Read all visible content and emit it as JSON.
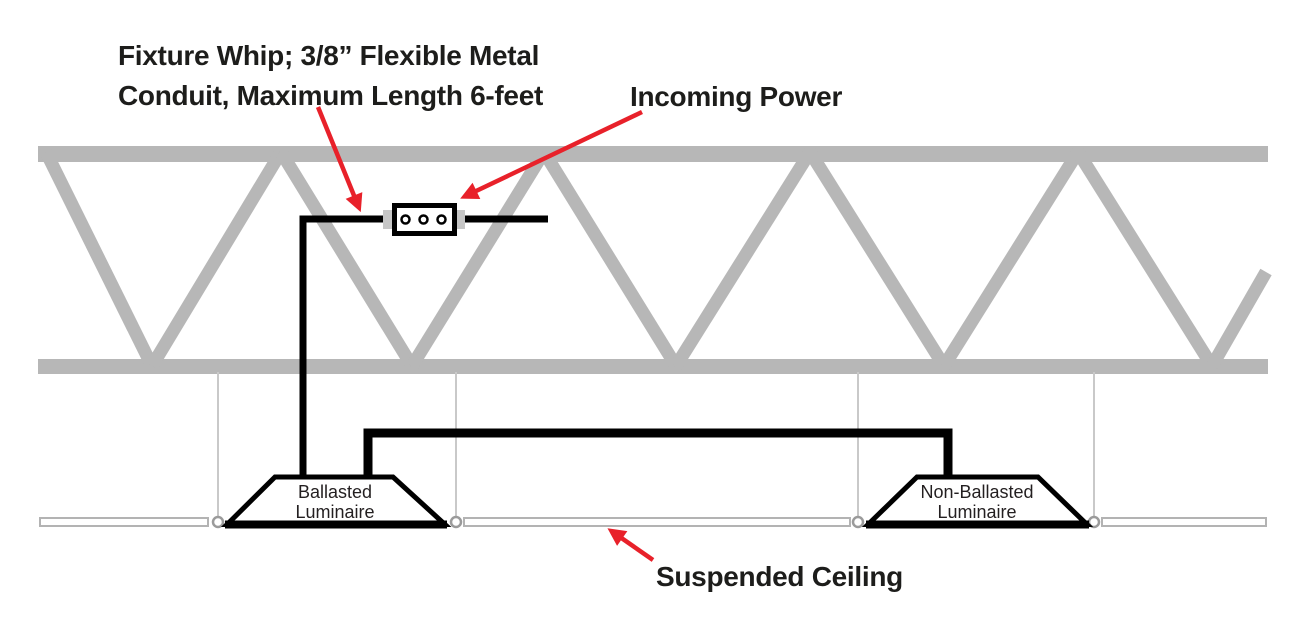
{
  "labels": {
    "fixture_whip": {
      "line1": "Fixture Whip; 3/8” Flexible Metal",
      "line2": "Conduit, Maximum Length 6-feet"
    },
    "incoming_power": "Incoming Power",
    "suspended_ceiling": "Suspended Ceiling",
    "ballasted_luminaire": {
      "line1": "Ballasted",
      "line2": "Luminaire"
    },
    "non_ballasted_luminaire": {
      "line1": "Non-Ballasted",
      "line2": "Luminaire"
    }
  },
  "junction_box": {
    "knockout_count": 3
  },
  "colors": {
    "truss_gray": "#b7b7b7",
    "ceiling_grid_gray": "#b3b3b3",
    "hanger_wire_gray": "#c9c9c9",
    "conduit_black": "#000000",
    "arrow_red": "#e8212a",
    "text_black": "#1d1d1b",
    "background": "#ffffff"
  }
}
